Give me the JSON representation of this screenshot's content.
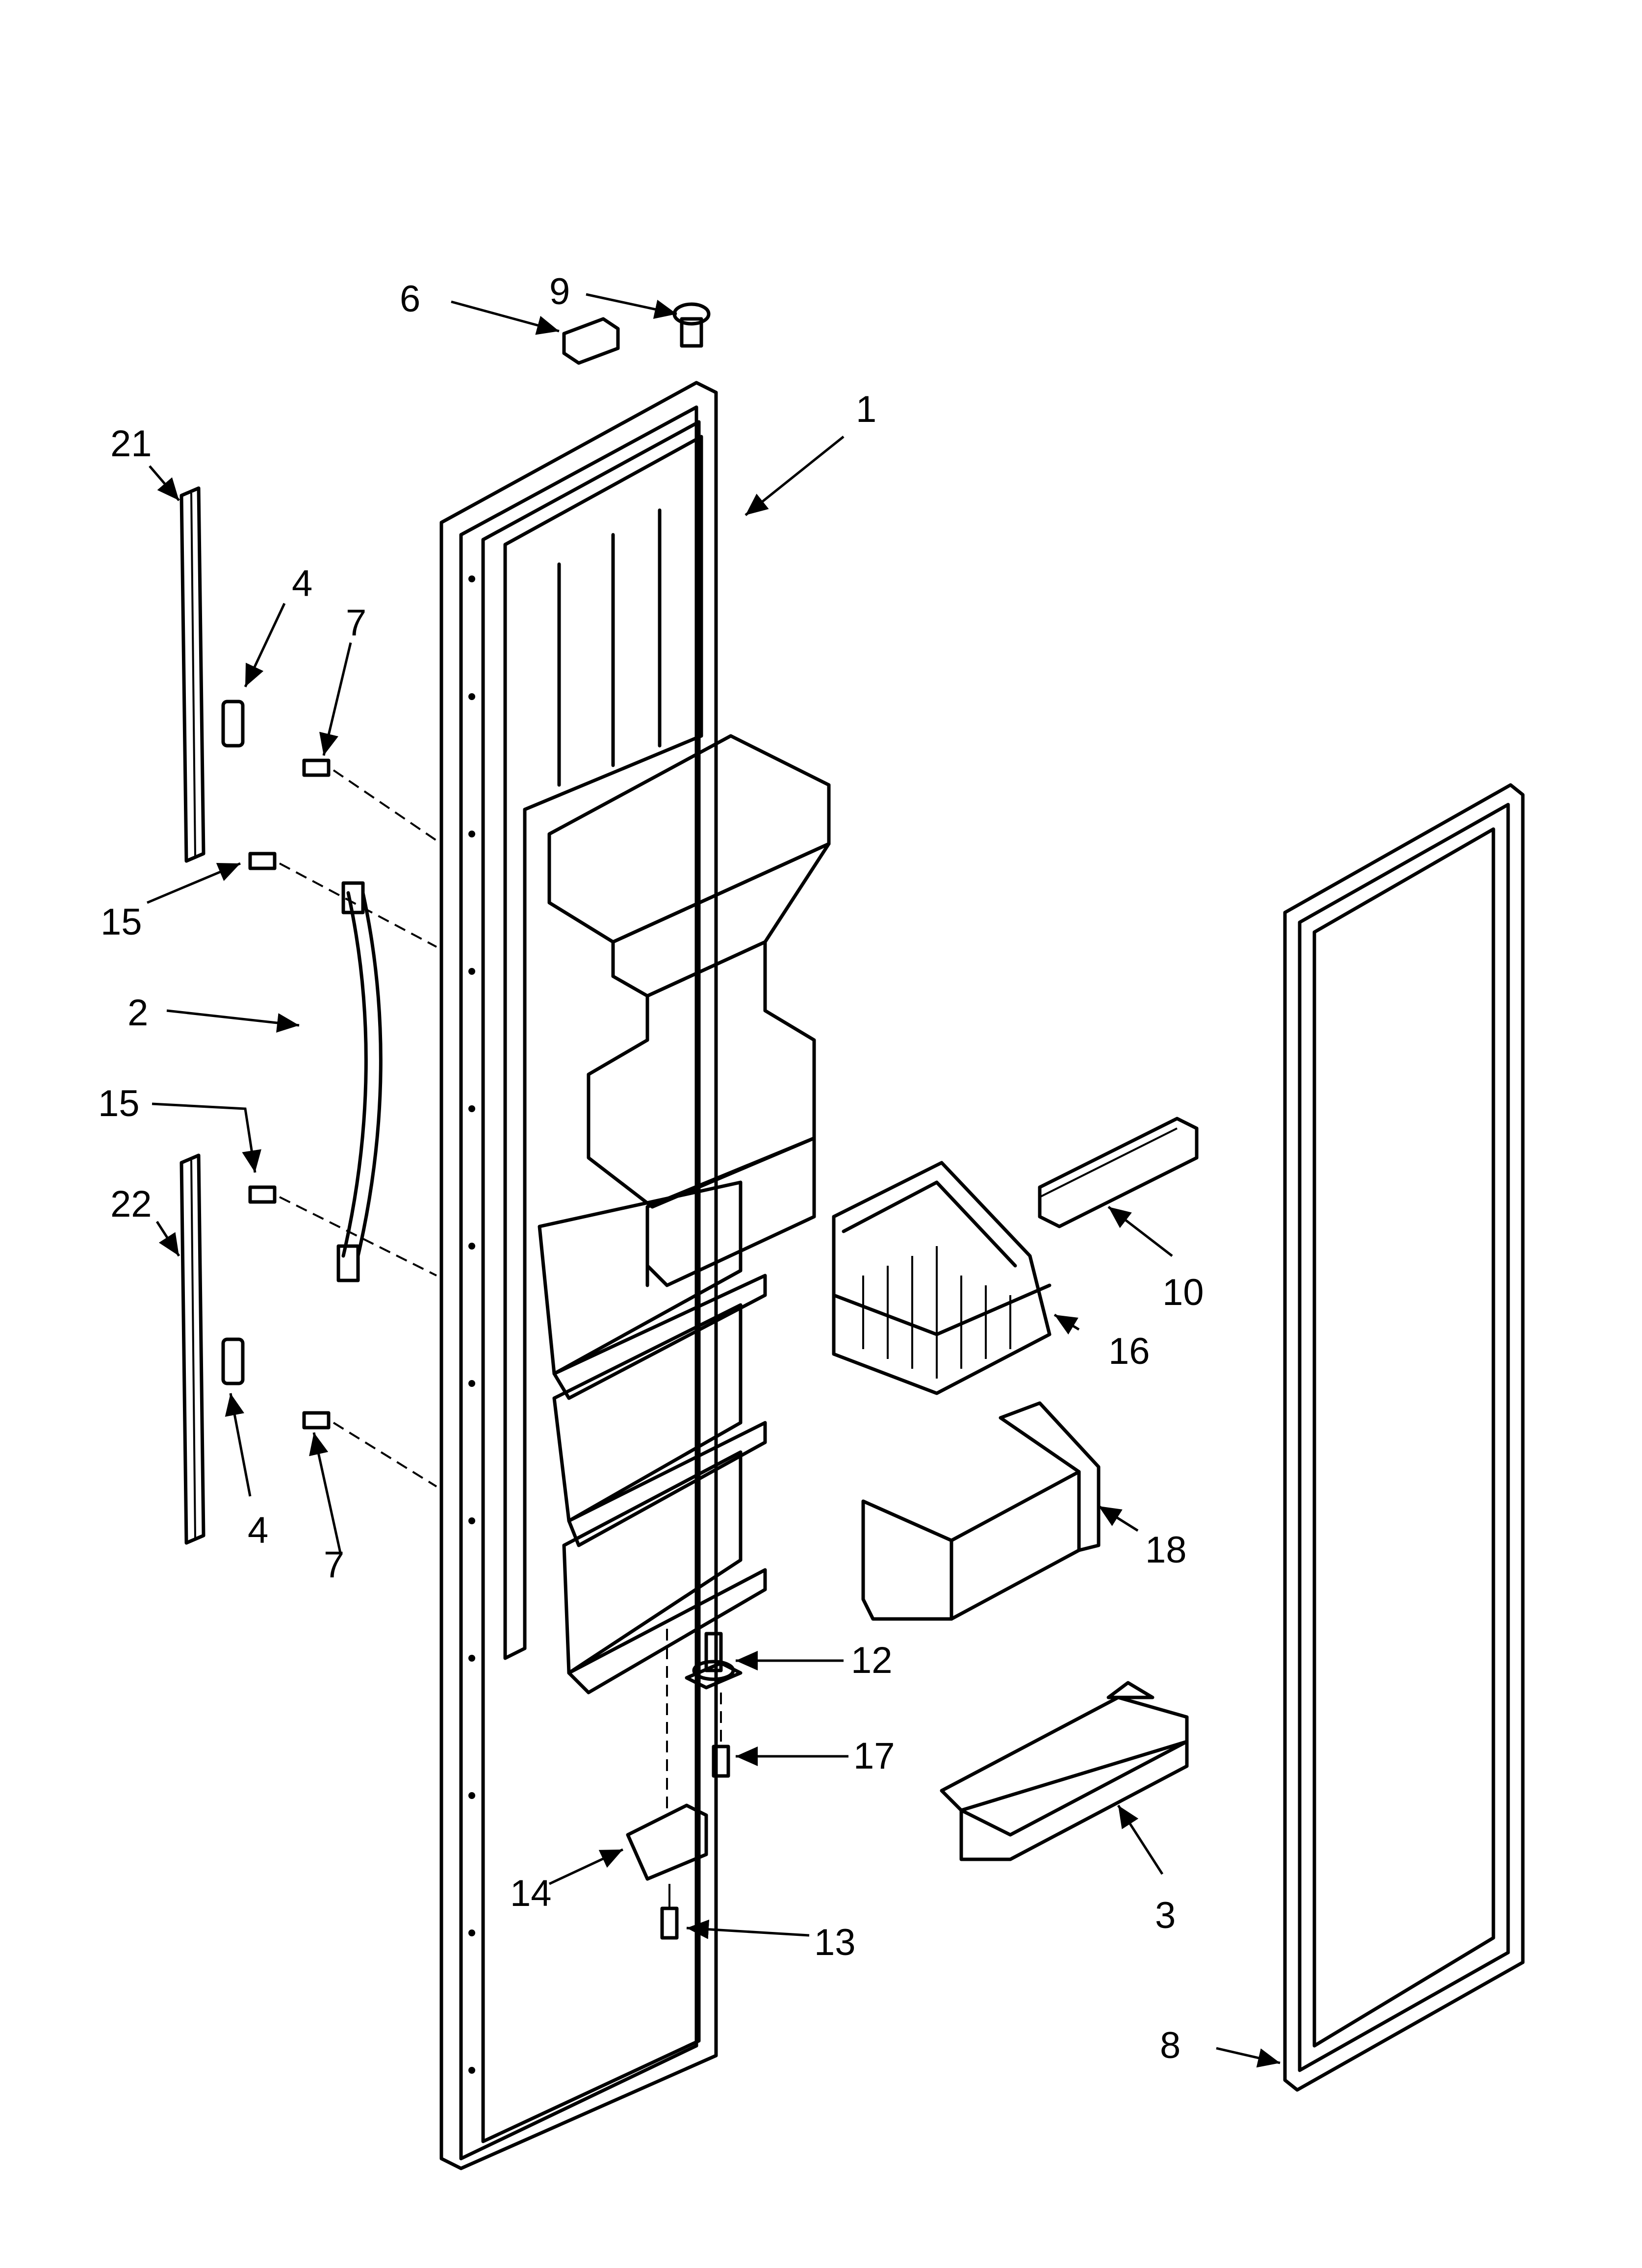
{
  "diagram": {
    "callouts": [
      {
        "id": "1",
        "label": "1"
      },
      {
        "id": "2",
        "label": "2"
      },
      {
        "id": "3",
        "label": "3"
      },
      {
        "id": "4a",
        "label": "4"
      },
      {
        "id": "4b",
        "label": "4"
      },
      {
        "id": "6",
        "label": "6"
      },
      {
        "id": "7a",
        "label": "7"
      },
      {
        "id": "7b",
        "label": "7"
      },
      {
        "id": "8",
        "label": "8"
      },
      {
        "id": "9",
        "label": "9"
      },
      {
        "id": "10",
        "label": "10"
      },
      {
        "id": "12",
        "label": "12"
      },
      {
        "id": "13",
        "label": "13"
      },
      {
        "id": "14",
        "label": "14"
      },
      {
        "id": "15a",
        "label": "15"
      },
      {
        "id": "15b",
        "label": "15"
      },
      {
        "id": "16",
        "label": "16"
      },
      {
        "id": "17",
        "label": "17"
      },
      {
        "id": "18",
        "label": "18"
      },
      {
        "id": "21",
        "label": "21"
      },
      {
        "id": "22",
        "label": "22"
      }
    ]
  }
}
